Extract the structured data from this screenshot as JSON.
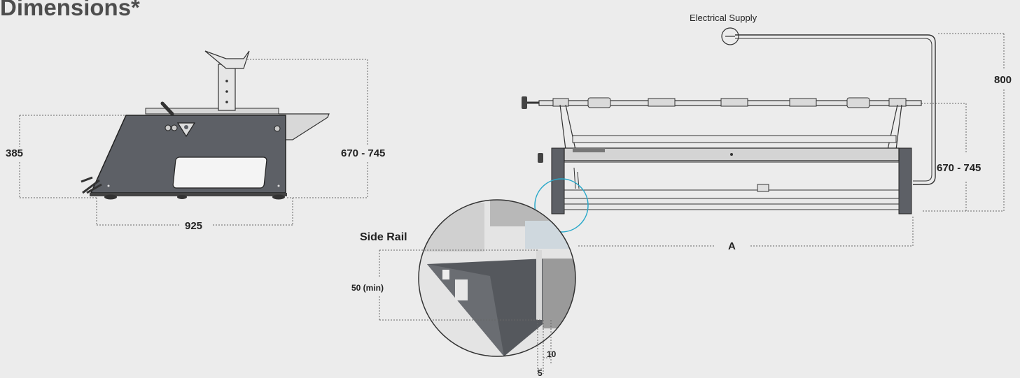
{
  "title": "Dimensions*",
  "side_view": {
    "height_label": "385",
    "length_label": "925",
    "overall_height_label": "670 - 745"
  },
  "front_view": {
    "electrical_supply_label": "Electrical Supply",
    "supply_height_label": "800",
    "height_label": "670 - 745",
    "width_label": "A"
  },
  "detail_view": {
    "title": "Side Rail",
    "rail_height_label": "50 (min)",
    "gap_label": "10",
    "offset_label": "5"
  },
  "colors": {
    "background": "#ececec",
    "machine_body": "#5d6066",
    "dimension_line": "#555555",
    "highlight_circle": "#29a8c9"
  }
}
